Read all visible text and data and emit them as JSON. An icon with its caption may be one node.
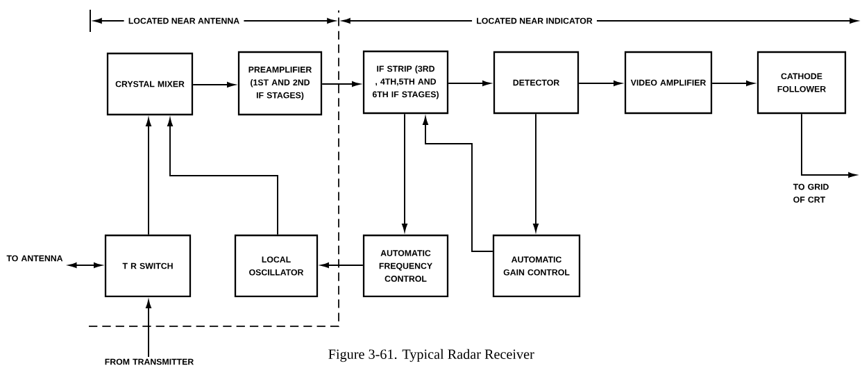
{
  "diagram": {
    "caption": "Figure 3-61. Typical Radar Receiver",
    "nodes": [
      {
        "text": [
          "CRYSTAL MIXER"
        ]
      },
      {
        "text": [
          "PREAMPLIFIER (1ST AND 2ND IF STAGES)"
        ]
      },
      {
        "text": [
          "IF STRIP (3RD , 4TH,5TH AND 6TH IF STAGES)"
        ]
      },
      {
        "text": [
          "DETECTOR"
        ]
      },
      {
        "text": [
          "VIDEO AMPLIFIER"
        ]
      },
      {
        "text": [
          "CATHODE FOLLOWER"
        ]
      },
      {
        "text": [
          "T R SWITCH"
        ]
      },
      {
        "text": [
          "LOCAL OSCILLATOR"
        ]
      },
      {
        "text": [
          "AUTOMATIC FREQUENCY CONTROL"
        ]
      },
      {
        "text": [
          "AUTOMATIC GAIN CONTROL"
        ]
      },
      {
        "text": [
          "TO ANTENNA"
        ]
      },
      {
        "text": [
          "FROM TRANSMITTER"
        ]
      }
    ],
    "edges": [
      {
        "from": 0,
        "to": 1,
        "arrow": "to"
      },
      {
        "from": 1,
        "to": 2,
        "arrow": "to"
      },
      {
        "from": 2,
        "to": 3,
        "arrow": "to"
      },
      {
        "from": 3,
        "to": 4,
        "arrow": "to"
      },
      {
        "from": 4,
        "to": 5,
        "arrow": "to"
      },
      {
        "from": 6,
        "to": 0,
        "arrow": "to"
      },
      {
        "from": 7,
        "to": 0,
        "arrow": "to"
      },
      {
        "from": 2,
        "to": 8,
        "arrow": "to"
      },
      {
        "from": 8,
        "to": 7,
        "arrow": "to"
      },
      {
        "from": 3,
        "to": 9,
        "arrow": "to"
      },
      {
        "from": 9,
        "to": 2,
        "arrow": "to"
      },
      {
        "from": 6,
        "to": 10,
        "arrow": "both"
      },
      {
        "from": 11,
        "to": 6,
        "arrow": "to"
      },
      {
        "from": 5,
        "to": null,
        "arrow": "to",
        "label": "TO GRID OF CRT"
      }
    ],
    "labels": [
      "LOCATED NEAR ANTENNA",
      "LOCATED NEAR INDICATOR"
    ]
  }
}
